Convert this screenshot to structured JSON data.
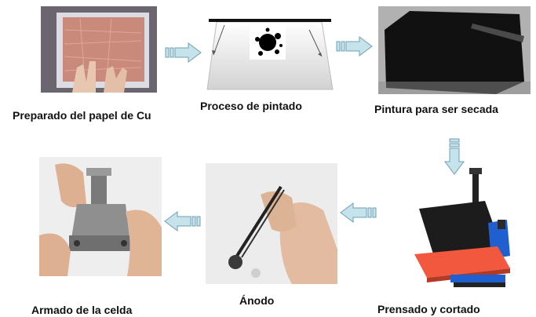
{
  "steps": [
    {
      "id": "cu-paper",
      "caption": "Preparado del papel de Cu"
    },
    {
      "id": "painting",
      "caption": "Proceso de pintado"
    },
    {
      "id": "drying",
      "caption": "Pintura para ser secada"
    },
    {
      "id": "pressing",
      "caption": "Prensado y cortado"
    },
    {
      "id": "anode",
      "caption": "Ánodo"
    },
    {
      "id": "cell",
      "caption": "Armado de la celda"
    }
  ],
  "colors": {
    "arrow_fill": "#c6e3ec",
    "arrow_stroke": "#6f9fb0",
    "press_plate": "#f2583e",
    "press_frame": "#1f5fd0"
  }
}
